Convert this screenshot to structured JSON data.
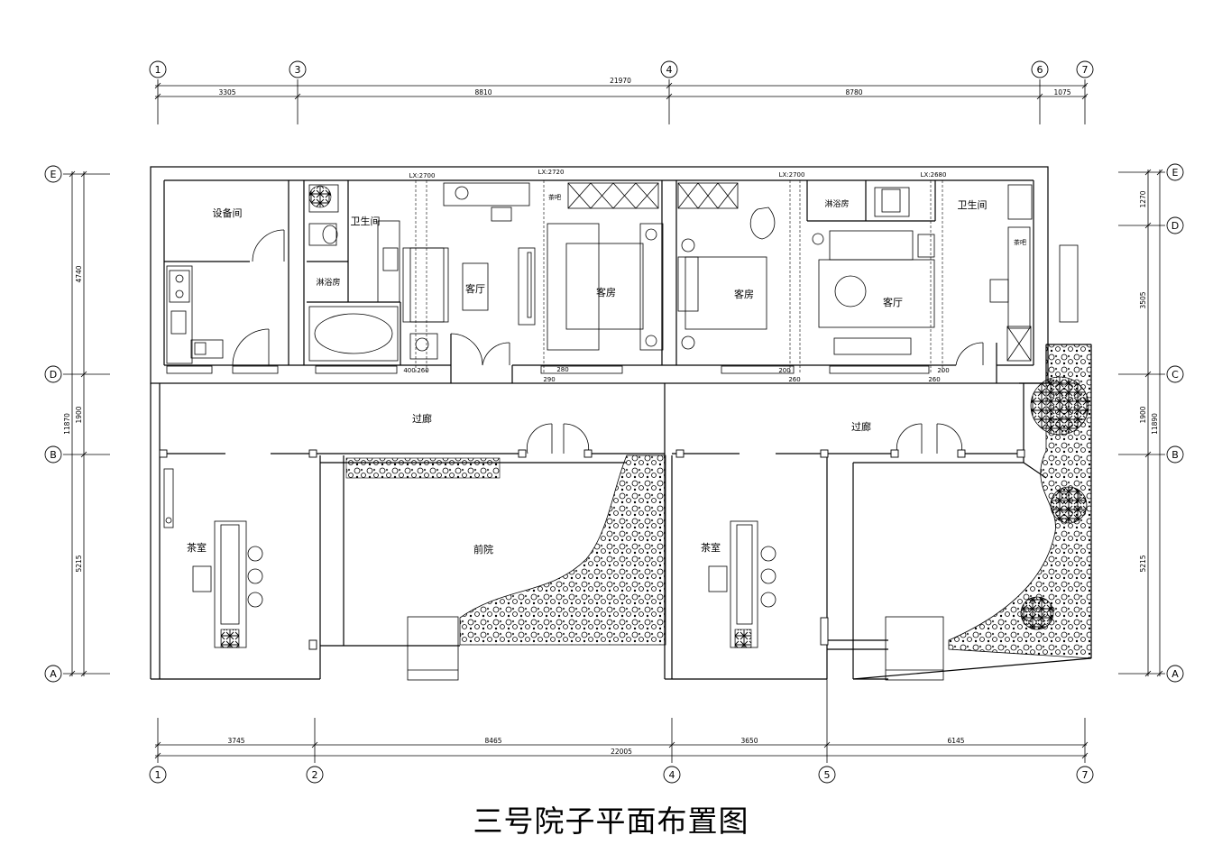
{
  "title": "三号院子平面布置图",
  "rooms": {
    "equipment": "设备间",
    "bath1": "卫生间",
    "shower1": "淋浴房",
    "living1": "客厅",
    "guest1": "客房",
    "guest2": "客房",
    "shower2": "淋浴房",
    "living2": "客厅",
    "bath2": "卫生间",
    "tea_bar1": "茶吧",
    "tea_bar2": "茶吧",
    "corridor1": "过廊",
    "corridor2": "过廊",
    "tea_room1": "茶室",
    "front_yard": "前院",
    "tea_room2": "茶室"
  },
  "lx_labels": [
    "LX:2700",
    "LX:2720",
    "LX:2700",
    "LX:2680"
  ],
  "top_axes": [
    "1",
    "3",
    "4",
    "6",
    "7"
  ],
  "bottom_axes": [
    "1",
    "2",
    "4",
    "5",
    "7"
  ],
  "left_axes": [
    "E",
    "D",
    "B",
    "A"
  ],
  "right_axes": [
    "E",
    "D",
    "C",
    "B",
    "A"
  ],
  "top_dims": {
    "total": "21970",
    "segments": [
      "3305",
      "8810",
      "8780",
      "1075"
    ]
  },
  "bottom_dims": {
    "total": "22005",
    "segments": [
      "3745",
      "8465",
      "3650",
      "6145"
    ]
  },
  "left_dims": {
    "total": "11870",
    "segments": [
      "4740",
      "1900",
      "5215"
    ]
  },
  "right_dims": {
    "total": "11890",
    "segments": [
      "1270",
      "3505",
      "1900",
      "5215"
    ]
  },
  "small_dims": [
    "400",
    "260",
    "280",
    "290",
    "200",
    "260",
    "200",
    "260"
  ]
}
